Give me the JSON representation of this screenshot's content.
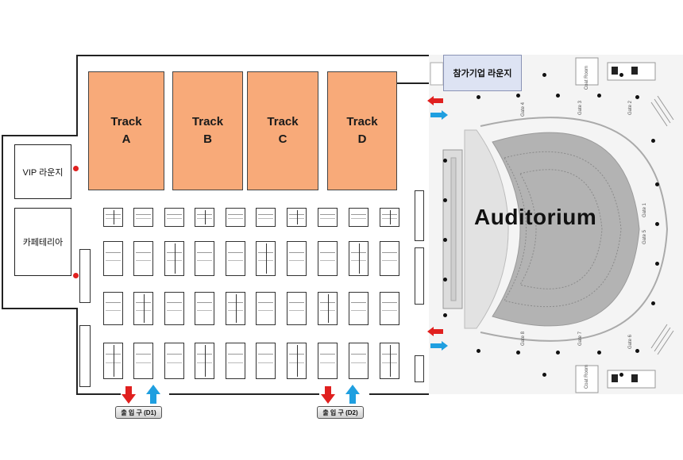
{
  "tracks": [
    {
      "word": "Track",
      "letter": "A"
    },
    {
      "word": "Track",
      "letter": "B"
    },
    {
      "word": "Track",
      "letter": "C"
    },
    {
      "word": "Track",
      "letter": "D"
    }
  ],
  "lounges": {
    "vip": "VIP 라운지",
    "cafeteria": "카페테리아",
    "partner": "참가기업 라운지"
  },
  "auditorium": {
    "label": "Auditorium",
    "gates": [
      "Gate 1",
      "Gate 2",
      "Gate 3",
      "Gate 4",
      "Gate 5",
      "Gate 6",
      "Gate 7",
      "Gate 8"
    ],
    "coat_room": "Coat Room"
  },
  "entrances": [
    {
      "label": "출 입 구",
      "code": "(D1)"
    },
    {
      "label": "출 입 구",
      "code": "(D2)"
    }
  ],
  "colors": {
    "track_fill": "#f8aa79",
    "partner_fill": "#dde3f3",
    "exit_arrow": "#e0201f",
    "enter_arrow": "#1f9fe0",
    "marker": "#e0201f"
  },
  "icons": {
    "exit": "red-down-arrow",
    "enter": "blue-up-arrow",
    "location_marker": "red-dot"
  }
}
